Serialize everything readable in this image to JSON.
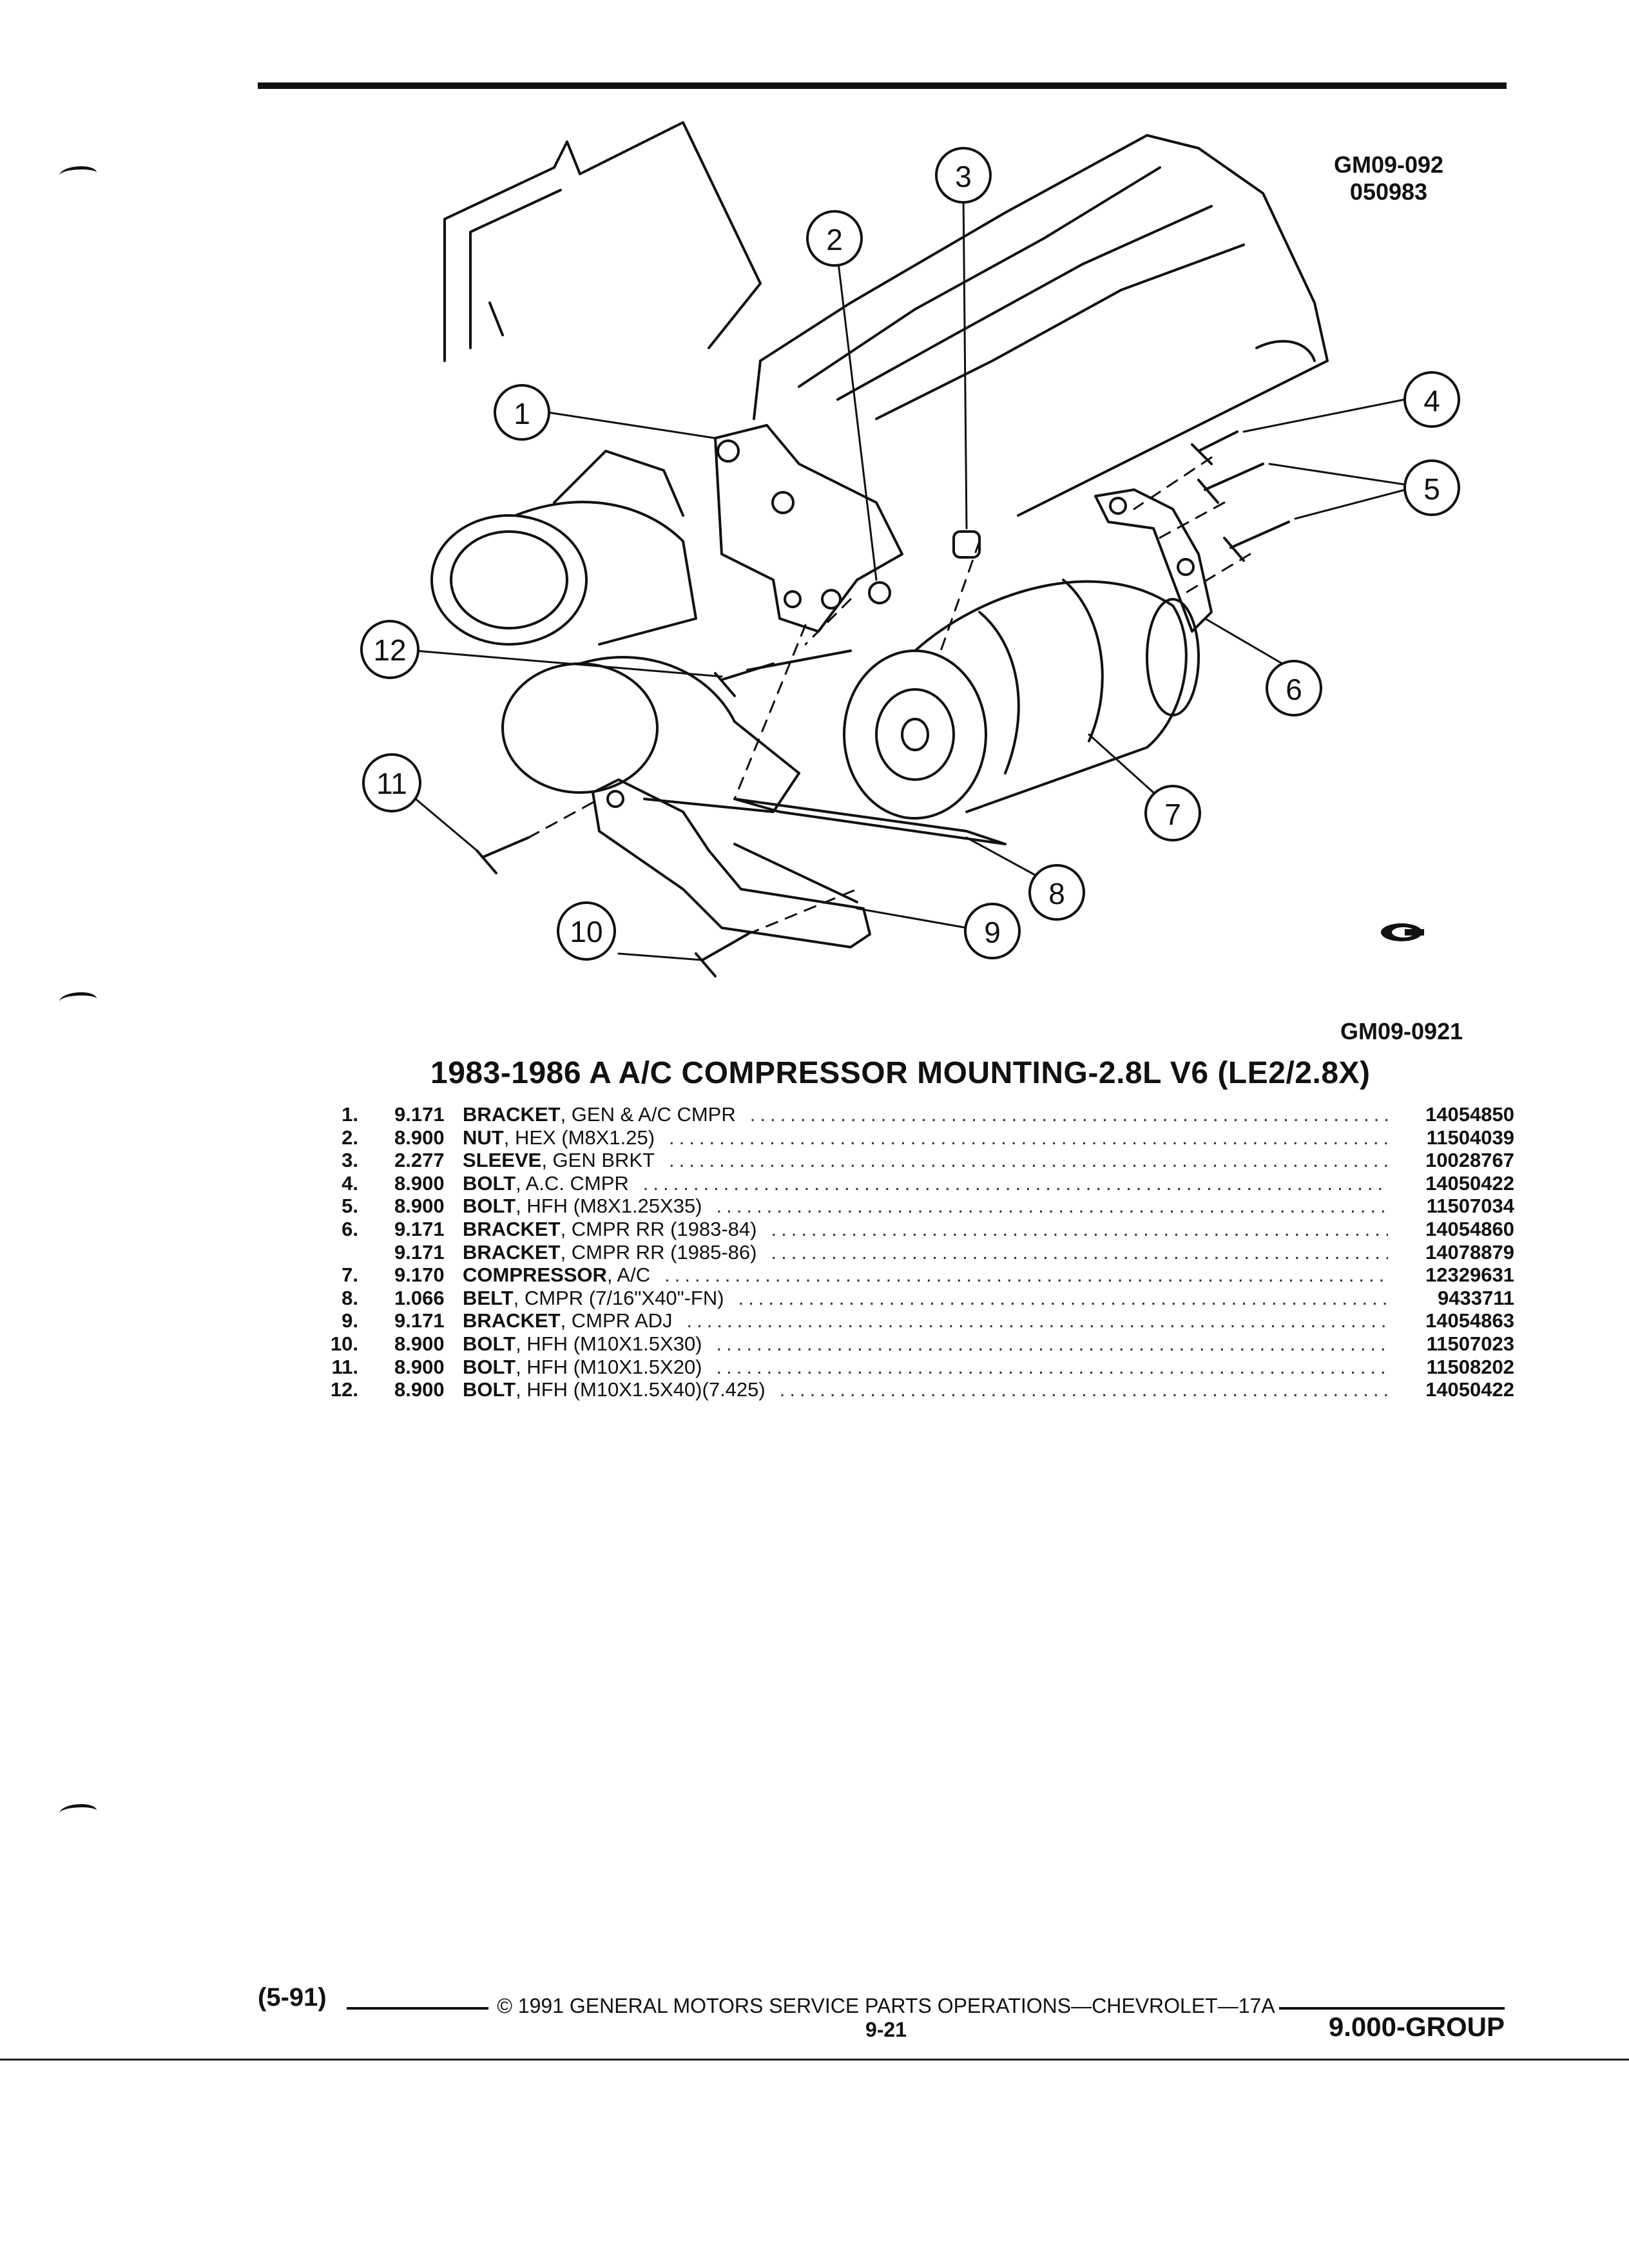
{
  "diagram": {
    "code_top_line1": "GM09-092",
    "code_top_line2": "050983",
    "code_bottom": "GM09-0921",
    "callouts": [
      "1",
      "2",
      "3",
      "4",
      "5",
      "6",
      "7",
      "8",
      "9",
      "10",
      "11",
      "12"
    ]
  },
  "title": "1983-1986 A A/C COMPRESSOR MOUNTING-2.8L V6 (LE2/2.8X)",
  "parts": [
    {
      "num": "1.",
      "group": "9.171",
      "noun": "BRACKET",
      "detail": ", GEN & A/C CMPR",
      "part": "14054850"
    },
    {
      "num": "2.",
      "group": "8.900",
      "noun": "NUT",
      "detail": ", HEX (M8X1.25)",
      "part": "11504039"
    },
    {
      "num": "3.",
      "group": "2.277",
      "noun": "SLEEVE",
      "detail": ", GEN BRKT",
      "part": "10028767"
    },
    {
      "num": "4.",
      "group": "8.900",
      "noun": "BOLT",
      "detail": ", A.C. CMPR",
      "part": "14050422"
    },
    {
      "num": "5.",
      "group": "8.900",
      "noun": "BOLT",
      "detail": ", HFH (M8X1.25X35)",
      "part": "11507034"
    },
    {
      "num": "6.",
      "group": "9.171",
      "noun": "BRACKET",
      "detail": ", CMPR RR (1983-84)",
      "part": "14054860"
    },
    {
      "num": "",
      "group": "9.171",
      "noun": "BRACKET",
      "detail": ", CMPR RR (1985-86)",
      "part": "14078879"
    },
    {
      "num": "7.",
      "group": "9.170",
      "noun": "COMPRESSOR",
      "detail": ", A/C",
      "part": "12329631"
    },
    {
      "num": "8.",
      "group": "1.066",
      "noun": "BELT",
      "detail": ", CMPR (7/16\"X40\"-FN)",
      "part": "9433711"
    },
    {
      "num": "9.",
      "group": "9.171",
      "noun": "BRACKET",
      "detail": ", CMPR ADJ",
      "part": "14054863"
    },
    {
      "num": "10.",
      "group": "8.900",
      "noun": "BOLT",
      "detail": ", HFH (M10X1.5X30)",
      "part": "11507023"
    },
    {
      "num": "11.",
      "group": "8.900",
      "noun": "BOLT",
      "detail": ", HFH (M10X1.5X20)",
      "part": "11508202"
    },
    {
      "num": "12.",
      "group": "8.900",
      "noun": "BOLT",
      "detail": ", HFH (M10X1.5X40)(7.425)",
      "part": "14050422"
    }
  ],
  "footer": {
    "left": "(5-91)",
    "center": "© 1991 GENERAL MOTORS SERVICE PARTS OPERATIONS—CHEVROLET—17A",
    "page": "9-21",
    "right": "9.000-GROUP"
  },
  "colors": {
    "ink": "#111111",
    "paper": "#ffffff"
  }
}
